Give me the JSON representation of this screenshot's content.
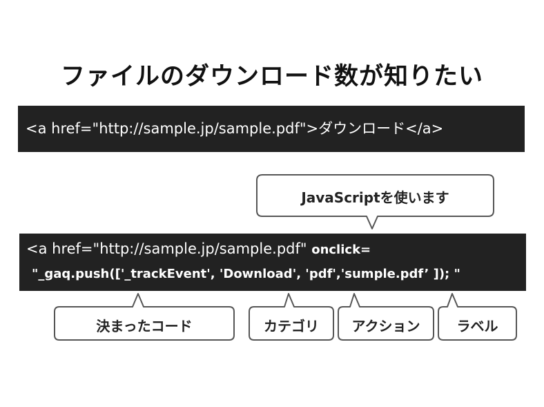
{
  "title": "ファイルのダウンロード数が知りたい",
  "code_plain": "<a href=\"http://sample.jp/sample.pdf\">ダウンロード</a>",
  "callout_js": "JavaScriptを使います",
  "code_js": {
    "line1_prefix": "<a href=\"http://sample.jp/sample.pdf\" ",
    "line1_attr": "onclick=",
    "line2": "\"_gaq.push(['_trackEvent', 'Download', 'pdf','sumple.pdf’ ]); \""
  },
  "labels": {
    "fixed_code": "決まったコード",
    "category": "カテゴリ",
    "action": "アクション",
    "label": "ラベル"
  },
  "colors": {
    "code_bg": "#222222",
    "code_text": "#ffffff",
    "callout_border": "#555555"
  }
}
